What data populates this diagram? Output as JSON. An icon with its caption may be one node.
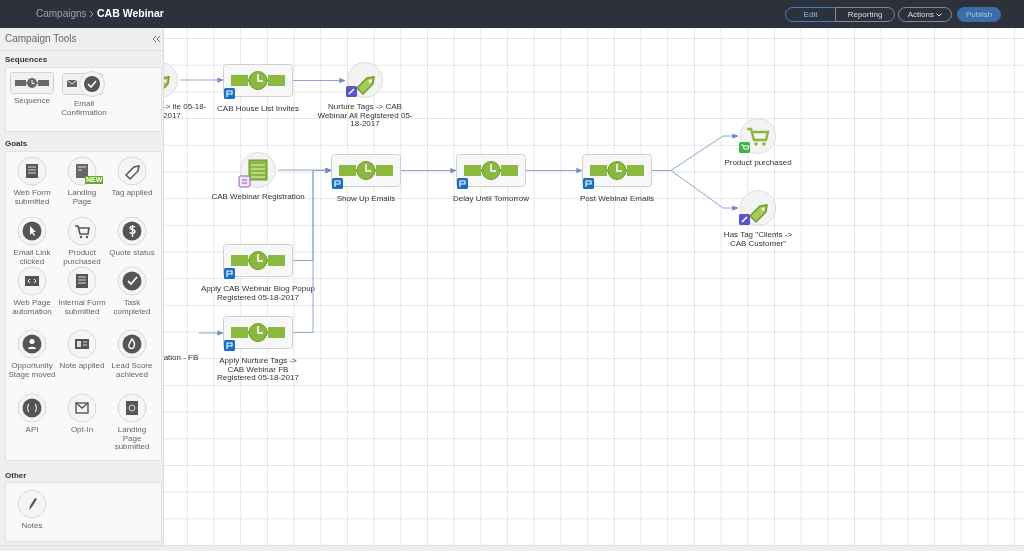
{
  "diagram": {
    "nodes": [
      {
        "text": [
          "Sequences"
        ]
      },
      {
        "text": [
          "Sequence"
        ],
        "in": 0
      },
      {
        "text": [
          "Email Confirmation"
        ],
        "in": 0
      },
      {
        "text": [
          "Goals"
        ]
      },
      {
        "text": [
          "Web Form submitted"
        ],
        "in": 3
      },
      {
        "text": [
          "Landing Page"
        ],
        "in": 3
      },
      {
        "text": [
          "Tag applied"
        ],
        "in": 3
      },
      {
        "text": [
          "Email Link clicked"
        ],
        "in": 3
      },
      {
        "text": [
          "Product purchased"
        ],
        "in": 3
      },
      {
        "text": [
          "Quote status"
        ],
        "in": 3
      },
      {
        "text": [
          "Web Page automation"
        ],
        "in": 3
      },
      {
        "text": [
          "Internal Form submitted"
        ],
        "in": 3
      },
      {
        "text": [
          "Task completed"
        ],
        "in": 3
      },
      {
        "text": [
          "Opportunity Stage moved"
        ],
        "in": 3
      },
      {
        "text": [
          "Note applied"
        ],
        "in": 3
      },
      {
        "text": [
          "Lead Score achieved"
        ],
        "in": 3
      },
      {
        "text": [
          "API"
        ],
        "in": 3
      },
      {
        "text": [
          "Opt-In"
        ],
        "in": 3
      },
      {
        "text": [
          "Landing Page submitted"
        ],
        "in": 3
      },
      {
        "text": [
          "Other"
        ]
      },
      {
        "text": [
          "Notes"
        ],
        "in": 19
      },
      {
        "text": [
          "-> ite 05-18-2017"
        ]
      },
      {
        "text": [
          "CAB House List Invites"
        ]
      },
      {
        "text": [
          "Nurture Tags -> CAB Webinar All Registered 05-18-2017"
        ]
      },
      {
        "text": [
          "CAB Webinar Registration"
        ]
      },
      {
        "text": [
          "Show Up Emails"
        ]
      },
      {
        "text": [
          "Delay Until Tomorrow"
        ]
      },
      {
        "text": [
          "Post Webinar Emails"
        ]
      },
      {
        "text": [
          "Product purchased"
        ]
      },
      {
        "text": [
          "Has Tag \"Clients -> CAB Customer\""
        ]
      },
      {
        "text": [
          "Apply CAB Webinar Blog Popup Registered 05-18-2017"
        ]
      },
      {
        "text": [
          "ation - FB"
        ]
      },
      {
        "text": [
          "Apply Nurture Tags -> CAB Webinar FB Registered 05-18-2017"
        ]
      }
    ],
    "edges": [
      {
        "from": 21,
        "to": 22,
        "arrow": "to"
      },
      {
        "from": 22,
        "to": 23,
        "arrow": "to"
      },
      {
        "from": 24,
        "to": 25,
        "arrow": "to"
      },
      {
        "from": 30,
        "to": 25,
        "arrow": "to"
      },
      {
        "from": 32,
        "to": 25,
        "arrow": "to"
      },
      {
        "from": 25,
        "to": 26,
        "arrow": "to"
      },
      {
        "from": 26,
        "to": 27,
        "arrow": "to"
      },
      {
        "from": 27,
        "to": 28,
        "arrow": "to"
      },
      {
        "from": 27,
        "to": 29,
        "arrow": "to"
      },
      {
        "from": 31,
        "to": 32,
        "arrow": "to"
      }
    ],
    "labels": [
      "Campaigns",
      "CAB Webinar",
      "Edit",
      "Reporting",
      "Actions",
      "Publish",
      "Campaign Tools",
      "NEW"
    ]
  }
}
